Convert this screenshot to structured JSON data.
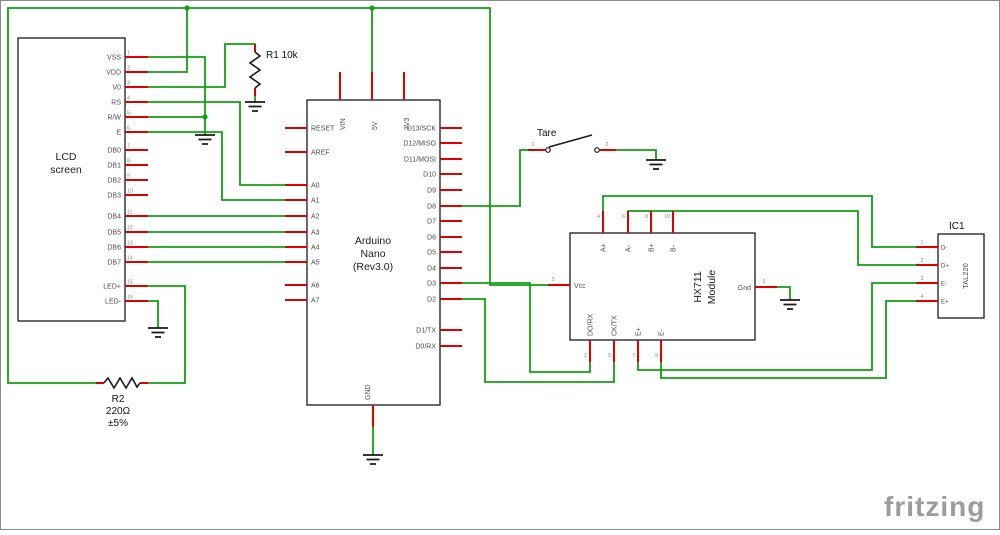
{
  "colors": {
    "wire_green": "#12a012",
    "pin_red": "#e00000",
    "outline_black": "#1a1a1a",
    "pin_label_gray": "#4d4d4d",
    "pin_number_gray": "#8c8c8c",
    "logo_gray": "#9c9c9c",
    "background": "#ffffff"
  },
  "lcd": {
    "title": [
      "LCD",
      "screen"
    ],
    "pins": [
      {
        "n": "1",
        "label": "VSS"
      },
      {
        "n": "2",
        "label": "VDD"
      },
      {
        "n": "3",
        "label": "V0"
      },
      {
        "n": "4",
        "label": "RS"
      },
      {
        "n": "5",
        "label": "R/W"
      },
      {
        "n": "6",
        "label": "E"
      },
      {
        "n": "7",
        "label": "DB0"
      },
      {
        "n": "8",
        "label": "DB1"
      },
      {
        "n": "9",
        "label": "DB2"
      },
      {
        "n": "10",
        "label": "DB3"
      },
      {
        "n": "11",
        "label": "DB4"
      },
      {
        "n": "12",
        "label": "DB5"
      },
      {
        "n": "13",
        "label": "DB6"
      },
      {
        "n": "14",
        "label": "DB7"
      },
      {
        "n": "15",
        "label": "LED+"
      },
      {
        "n": "16",
        "label": "LED-"
      }
    ]
  },
  "r1": {
    "label": "R1 10k"
  },
  "r2": {
    "name": "R2",
    "value": "220Ω",
    "tolerance": "±5%"
  },
  "arduino": {
    "title": [
      "Arduino",
      "Nano",
      "(Rev3.0)"
    ],
    "left_pins": [
      "RESET",
      "AREF",
      "A0",
      "A1",
      "A2",
      "A3",
      "A4",
      "A5",
      "A6",
      "A7"
    ],
    "right_pins": [
      "D13/SCK",
      "D12/MISO",
      "D11/MOSI",
      "D10",
      "D9",
      "D8",
      "D7",
      "D6",
      "D5",
      "D4",
      "D3",
      "D2",
      "D1/TX",
      "D0/RX"
    ],
    "top_pins": [
      "VIN",
      "5V",
      "3V3"
    ],
    "bottom_pin": "GND"
  },
  "tare": {
    "label": "Tare",
    "pin1": "1",
    "pin2": "2"
  },
  "hx711": {
    "title": [
      "HX711",
      "Module"
    ],
    "top_pins": [
      {
        "n": "4",
        "label": "A+"
      },
      {
        "n": "6",
        "label": "A-"
      },
      {
        "n": "8",
        "label": "B+"
      },
      {
        "n": "10",
        "label": "B-"
      }
    ],
    "bottom_pins": [
      {
        "n": "1",
        "label": "DO/RX"
      },
      {
        "n": "5",
        "label": "CK/TX"
      },
      {
        "n": "7",
        "label": "E+"
      },
      {
        "n": "9",
        "label": "E-"
      }
    ],
    "left_pin": {
      "n": "2",
      "label": "Vcc"
    },
    "right_pin": {
      "n": "3",
      "label": "Gnd"
    }
  },
  "ic1": {
    "title": "IC1",
    "part": "TAL220",
    "pins": [
      {
        "n": "1",
        "label": "D-"
      },
      {
        "n": "2",
        "label": "D+"
      },
      {
        "n": "3",
        "label": "E-"
      },
      {
        "n": "4",
        "label": "E+"
      }
    ]
  },
  "watermark": {
    "text": "fritzing"
  }
}
